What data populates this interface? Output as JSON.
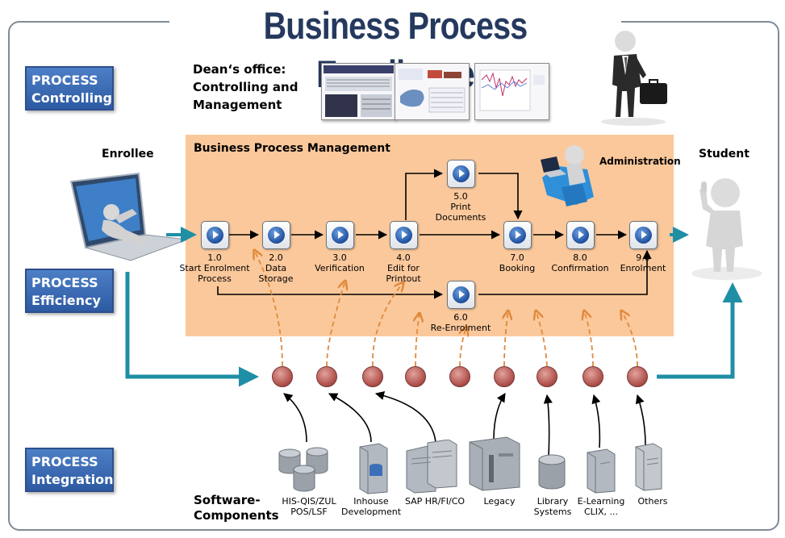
{
  "title": "Business Process Excellence",
  "badges": {
    "controlling": {
      "line1": "PROCESS",
      "line2": "Controlling"
    },
    "efficiency": {
      "line1": "PROCESS",
      "line2": "Efficiency"
    },
    "integration": {
      "line1": "PROCESS",
      "line2": "Integration"
    }
  },
  "deans_office": {
    "line1": "Dean‘s office:",
    "line2": "Controlling and",
    "line3": "Management"
  },
  "bpm_title": "Business Process Management",
  "actors": {
    "enrollee": "Enrollee",
    "student": "Student",
    "administration": "Administration"
  },
  "steps": {
    "s1": {
      "num": "1.0",
      "line1": "Start Enrolment",
      "line2": "Process"
    },
    "s2": {
      "num": "2.0",
      "line1": "Data",
      "line2": "Storage"
    },
    "s3": {
      "num": "3.0",
      "line1": "Verification",
      "line2": ""
    },
    "s4": {
      "num": "4.0",
      "line1": "Edit for",
      "line2": "Printout"
    },
    "s5": {
      "num": "5.0",
      "line1": "Print",
      "line2": "Documents"
    },
    "s6": {
      "num": "6.0",
      "line1": "Re-Enrolment",
      "line2": ""
    },
    "s7": {
      "num": "7.0",
      "line1": "Booking",
      "line2": ""
    },
    "s8": {
      "num": "8.0",
      "line1": "Confirmation",
      "line2": ""
    },
    "s9": {
      "num": "9.0",
      "line1": "Enrolment",
      "line2": ""
    }
  },
  "software_title": {
    "line1": "Software-",
    "line2": "Components"
  },
  "components": {
    "c1": {
      "line1": "HIS-QIS/ZUL",
      "line2": "POS/LSF"
    },
    "c2": {
      "line1": "Inhouse",
      "line2": "Development"
    },
    "c3": {
      "line1": "SAP HR/FI/CO",
      "line2": ""
    },
    "c4": {
      "line1": "Legacy",
      "line2": ""
    },
    "c5": {
      "line1": "Library",
      "line2": "Systems"
    },
    "c6": {
      "line1": "E-Learning",
      "line2": "CLIX, ..."
    },
    "c7": {
      "line1": "Others",
      "line2": ""
    }
  },
  "colors": {
    "title": "#25395e",
    "badge": "#3a6bb5",
    "bpm_box": "#fbc89b",
    "teal_arrow": "#1f8fa6",
    "dashed_arrow": "#e08a3c",
    "ball": "#b0514d"
  }
}
